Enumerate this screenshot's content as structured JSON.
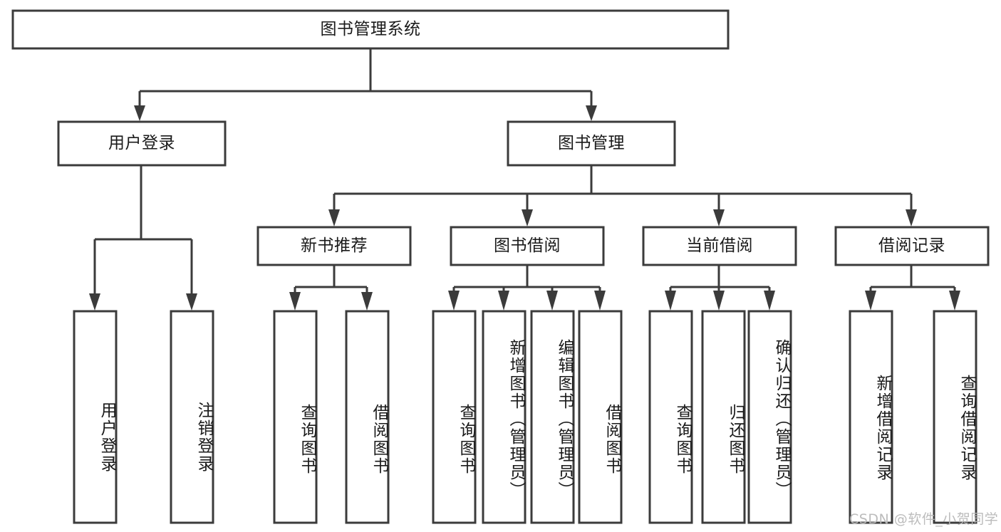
{
  "diagram": {
    "type": "tree-hierarchy",
    "title": "图书管理系统",
    "colors": {
      "box_fill": "#ffffff",
      "box_stroke": "#3b3b3b",
      "text": "#1a1a1a",
      "watermark": "#b9b9b9",
      "background": "#ffffff"
    },
    "root": {
      "id": "root",
      "label": "图书管理系统",
      "orientation": "horizontal"
    },
    "level2": [
      {
        "id": "user-login",
        "label": "用户登录",
        "orientation": "horizontal"
      },
      {
        "id": "book-management",
        "label": "图书管理",
        "orientation": "horizontal"
      }
    ],
    "level3": [
      {
        "id": "new-book-recommend",
        "label": "新书推荐",
        "orientation": "horizontal"
      },
      {
        "id": "book-borrow",
        "label": "图书借阅",
        "orientation": "horizontal"
      },
      {
        "id": "current-borrow",
        "label": "当前借阅",
        "orientation": "horizontal"
      },
      {
        "id": "borrow-record",
        "label": "借阅记录",
        "orientation": "horizontal"
      }
    ],
    "leaves": {
      "user-login": [
        {
          "id": "leaf-user-login",
          "label": "用户登录",
          "orientation": "vertical"
        },
        {
          "id": "leaf-logout",
          "label": "注销登录",
          "orientation": "vertical"
        }
      ],
      "new-book-recommend": [
        {
          "id": "leaf-query-book-1",
          "label": "查询图书",
          "orientation": "vertical"
        },
        {
          "id": "leaf-borrow-book-1",
          "label": "借阅图书",
          "orientation": "vertical"
        }
      ],
      "book-borrow": [
        {
          "id": "leaf-query-book-2",
          "label": "查询图书",
          "orientation": "vertical"
        },
        {
          "id": "leaf-add-book",
          "label": "新增图书（管理员）",
          "orientation": "vertical"
        },
        {
          "id": "leaf-edit-book",
          "label": "编辑图书（管理员）",
          "orientation": "vertical"
        },
        {
          "id": "leaf-borrow-book-2",
          "label": "借阅图书",
          "orientation": "vertical"
        }
      ],
      "current-borrow": [
        {
          "id": "leaf-query-book-3",
          "label": "查询图书",
          "orientation": "vertical"
        },
        {
          "id": "leaf-return-book",
          "label": "归还图书",
          "orientation": "vertical"
        },
        {
          "id": "leaf-confirm-return",
          "label": "确认归还（管理员）",
          "orientation": "vertical"
        }
      ],
      "borrow-record": [
        {
          "id": "leaf-add-record",
          "label": "新增借阅记录",
          "orientation": "vertical"
        },
        {
          "id": "leaf-query-record",
          "label": "查询借阅记录",
          "orientation": "vertical"
        }
      ]
    }
  },
  "watermark": {
    "text": "CSDN @软件_小贺同学"
  }
}
